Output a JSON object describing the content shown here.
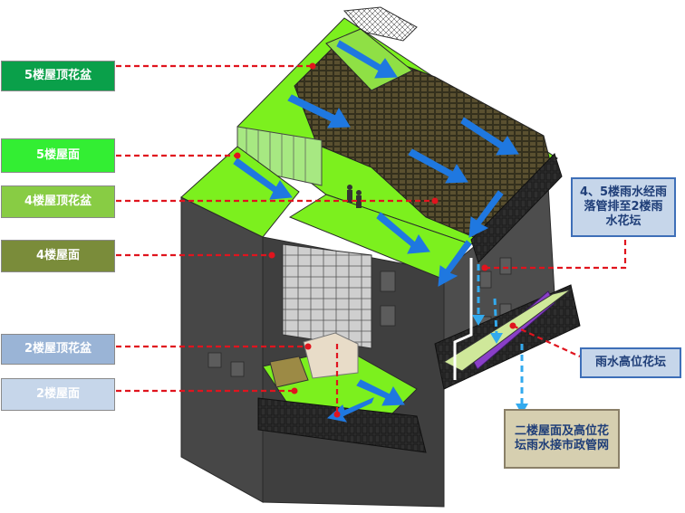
{
  "labels": {
    "roof5_planter": "5楼屋顶花盆",
    "roof5": "5楼屋面",
    "roof4_planter": "4楼屋顶花盆",
    "roof4": "4楼屋面",
    "roof2_planter": "2楼屋顶花盆",
    "roof2": "2楼屋面",
    "downpipe_note": "4、5楼雨水经雨落管排至2楼雨水花坛",
    "high_planter": "雨水高位花坛",
    "municipal_note": "二楼屋面及高位花坛雨水接市政管网"
  },
  "colors": {
    "roof5_planter": "#0aa04a",
    "roof5": "#33ee33",
    "roof4_planter": "#88cc44",
    "roof4": "#7a8c3a",
    "roof2_planter": "#9ab4d6",
    "roof2": "#c6d6ea",
    "note_blue": "#c6d6ea",
    "note_tan": "#d6cfb0",
    "leader": "#e0141e",
    "flow_arrow": "#1f78e0",
    "pipe_arrow": "#33aaee",
    "building": "#4a4a4a",
    "green_roof": "#7cf01e",
    "planter_brown": "#5a5030",
    "purple_planter": "#8a3fc8"
  }
}
